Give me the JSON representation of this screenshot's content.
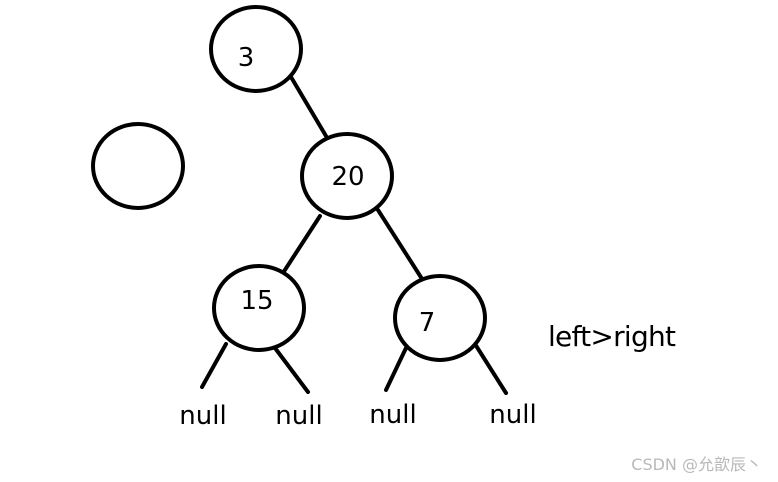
{
  "tree": {
    "nodes": [
      {
        "id": "n3",
        "label": "3"
      },
      {
        "id": "n20",
        "label": "20"
      },
      {
        "id": "n15",
        "label": "15"
      },
      {
        "id": "n7",
        "label": "7"
      }
    ],
    "leaves": [
      "null",
      "null",
      "null",
      "null"
    ]
  },
  "note": "left>right",
  "watermark": "CSDN @允歆辰丶"
}
